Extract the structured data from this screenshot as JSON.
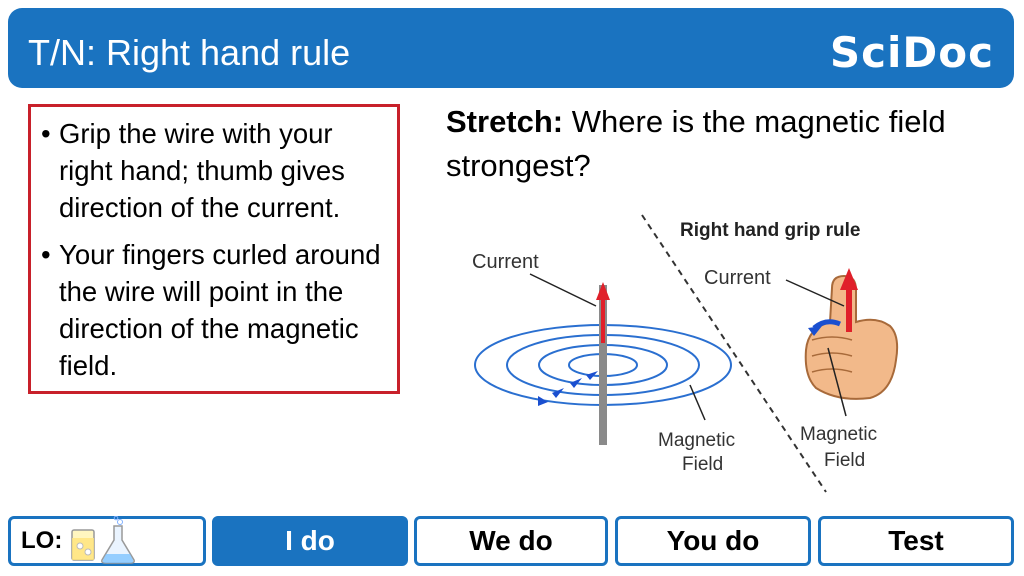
{
  "header": {
    "title": "T/N: Right hand rule",
    "logo_text": "SciDoc"
  },
  "bullets": [
    "Grip the wire with your right hand; thumb gives direction of the current.",
    "Your fingers curled around the wire will point in the direction of the magnetic field."
  ],
  "stretch": {
    "label": "Stretch:",
    "text": "Where is the magnetic field strongest?"
  },
  "diagram": {
    "left_current_label": "Current",
    "left_field_label_line1": "Magnetic",
    "left_field_label_line2": "Field",
    "right_title": "Right hand grip rule",
    "right_current_label": "Current",
    "right_field_label_line1": "Magnetic",
    "right_field_label_line2": "Field"
  },
  "nav": {
    "lo_label": "LO:",
    "items": [
      "I do",
      "We do",
      "You do",
      "Test"
    ],
    "active_index": 0
  },
  "colors": {
    "brand_blue": "#1a73c0",
    "box_red": "#c8202a",
    "arrow_red": "#e0202a",
    "field_blue": "#1a4fd0"
  }
}
